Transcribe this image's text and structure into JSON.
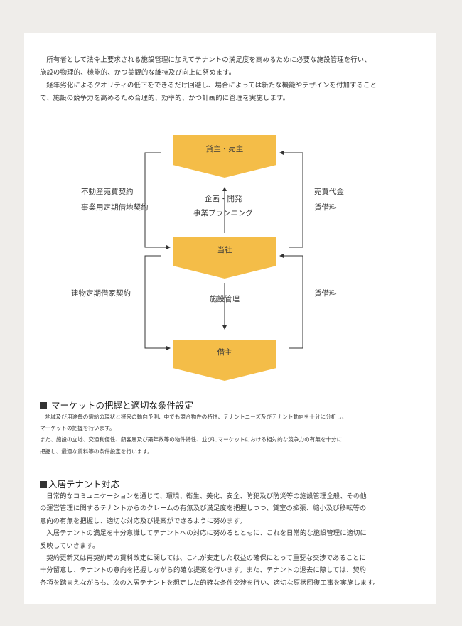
{
  "intro": {
    "lines": [
      "所有者として法令上要求される施設管理に加えてテナントの満足度を高めるために必要な施設管理を行い、",
      "施設の物理的、機能的、かつ美観的な維持及び向上に努めます。",
      "経年劣化によるクオリティの低下をできるだけ回避し、場合によっては新たな機能やデザインを付加すること",
      "で、施設の競争力を高めるため合理的、効率的、かつ計画的に管理を実施します。"
    ]
  },
  "diagram": {
    "box_top": "貸主・売主",
    "box_mid": "当社",
    "box_bottom": "借主",
    "left_top_1": "不動産売買契約",
    "left_top_2": "事業用定期借地契約",
    "right_top_1": "売買代金",
    "right_top_2": "賃借料",
    "center_top_1": "企画・開発",
    "center_top_2": "事業プランニング",
    "left_bottom": "建物定期借家契約",
    "right_bottom": "賃借料",
    "center_bottom": "施設管理",
    "colors": {
      "box_fill": "#f4bd48",
      "line": "#333333"
    }
  },
  "section1": {
    "title": "マーケットの把握と適切な条件設定",
    "lines": [
      "地域及び用途毎の需給の現状と将来の動向予測、中でも競合物件の特性、テナントニーズ及びテナント動向を十分に分析し、",
      "マーケットの把握を行います。",
      "また、施設の立地、交通利便性、顧客層及び築年数等の物件特性、並びにマーケットにおける相対的な競争力の有無を十分に",
      "把握し、最適な賃料等の条件設定を行います。"
    ]
  },
  "section2": {
    "title": "入居テナント対応",
    "lines": [
      "日常的なコミュニケーションを通じて、環境、衛生、美化、安全、防犯及び防災等の施設管理全般、その他",
      "の運営管理に関するテナントからのクレームの有無及び満足度を把握しつつ、貸室の拡張、縮小及び移転等の",
      "意向の有無を把握し、適切な対応及び提案ができるように努めます。",
      "入居テナントの満足を十分意識してテナントへの対応に努めるとともに、これを日常的な施設管理に適切に",
      "反映していきます。",
      "契約更新又は再契約時の賃料改定に関しては、これが安定した収益の確保にとって重要な交渉であることに",
      "十分留意し、テナントの意向を把握しながら的確な提案を行います。また、テナントの退去に際しては、契約",
      "条項を踏まえながらも、次の入居テナントを想定した的確な条件交渉を行い、適切な原状回復工事を実施します。"
    ]
  }
}
